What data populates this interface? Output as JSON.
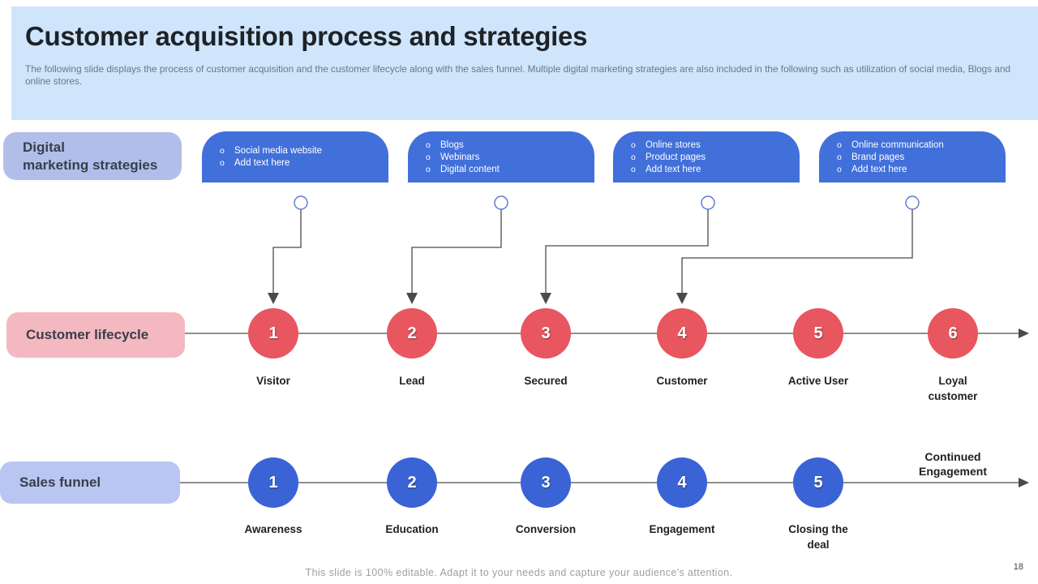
{
  "slide": {
    "title": "Customer acquisition process and strategies",
    "subtitle": "The following slide displays the process of customer acquisition and the customer lifecycle along with the sales funnel. Multiple digital marketing strategies are also included in the following such as utilization of social media, Blogs and online stores.",
    "footer": "This slide is 100% editable. Adapt it to your needs and capture your audience's attention.",
    "page_number": "18"
  },
  "labels": {
    "strategies_line1": "Digital",
    "strategies_line2": "marketing strategies",
    "lifecycle": "Customer lifecycle",
    "funnel": "Sales funnel"
  },
  "bullet_marker": "o",
  "strategy_boxes": [
    {
      "items": [
        "Social media website",
        "Add text here"
      ]
    },
    {
      "items": [
        "Blogs",
        "Webinars",
        "Digital content"
      ]
    },
    {
      "items": [
        "Online stores",
        "Product pages",
        "Add text here"
      ]
    },
    {
      "items": [
        "Online communication",
        "Brand pages",
        "Add text here"
      ]
    }
  ],
  "lifecycle_steps": [
    {
      "num": "1",
      "label": "Visitor"
    },
    {
      "num": "2",
      "label": "Lead"
    },
    {
      "num": "3",
      "label": "Secured"
    },
    {
      "num": "4",
      "label": "Customer"
    },
    {
      "num": "5",
      "label": "Active User"
    },
    {
      "num": "6",
      "label": "Loyal customer"
    }
  ],
  "funnel_steps": [
    {
      "num": "1",
      "label": "Awareness"
    },
    {
      "num": "2",
      "label": "Education"
    },
    {
      "num": "3",
      "label": "Conversion"
    },
    {
      "num": "4",
      "label": "Engagement"
    },
    {
      "num": "5",
      "label": "Closing the deal"
    }
  ],
  "funnel_end_label": "Continued Engagement",
  "colors": {
    "header_band": "#cfe5fb",
    "strategy_box_blue": "#4270da",
    "lifecycle_circle_red": "#e8565f",
    "funnel_circle_blue": "#3a63d6",
    "strategies_label_bg": "#b2beea",
    "lifecycle_label_bg": "#f4b8c0",
    "funnel_label_bg": "#b9c6f1",
    "connector_line": "#4a4a4a"
  }
}
